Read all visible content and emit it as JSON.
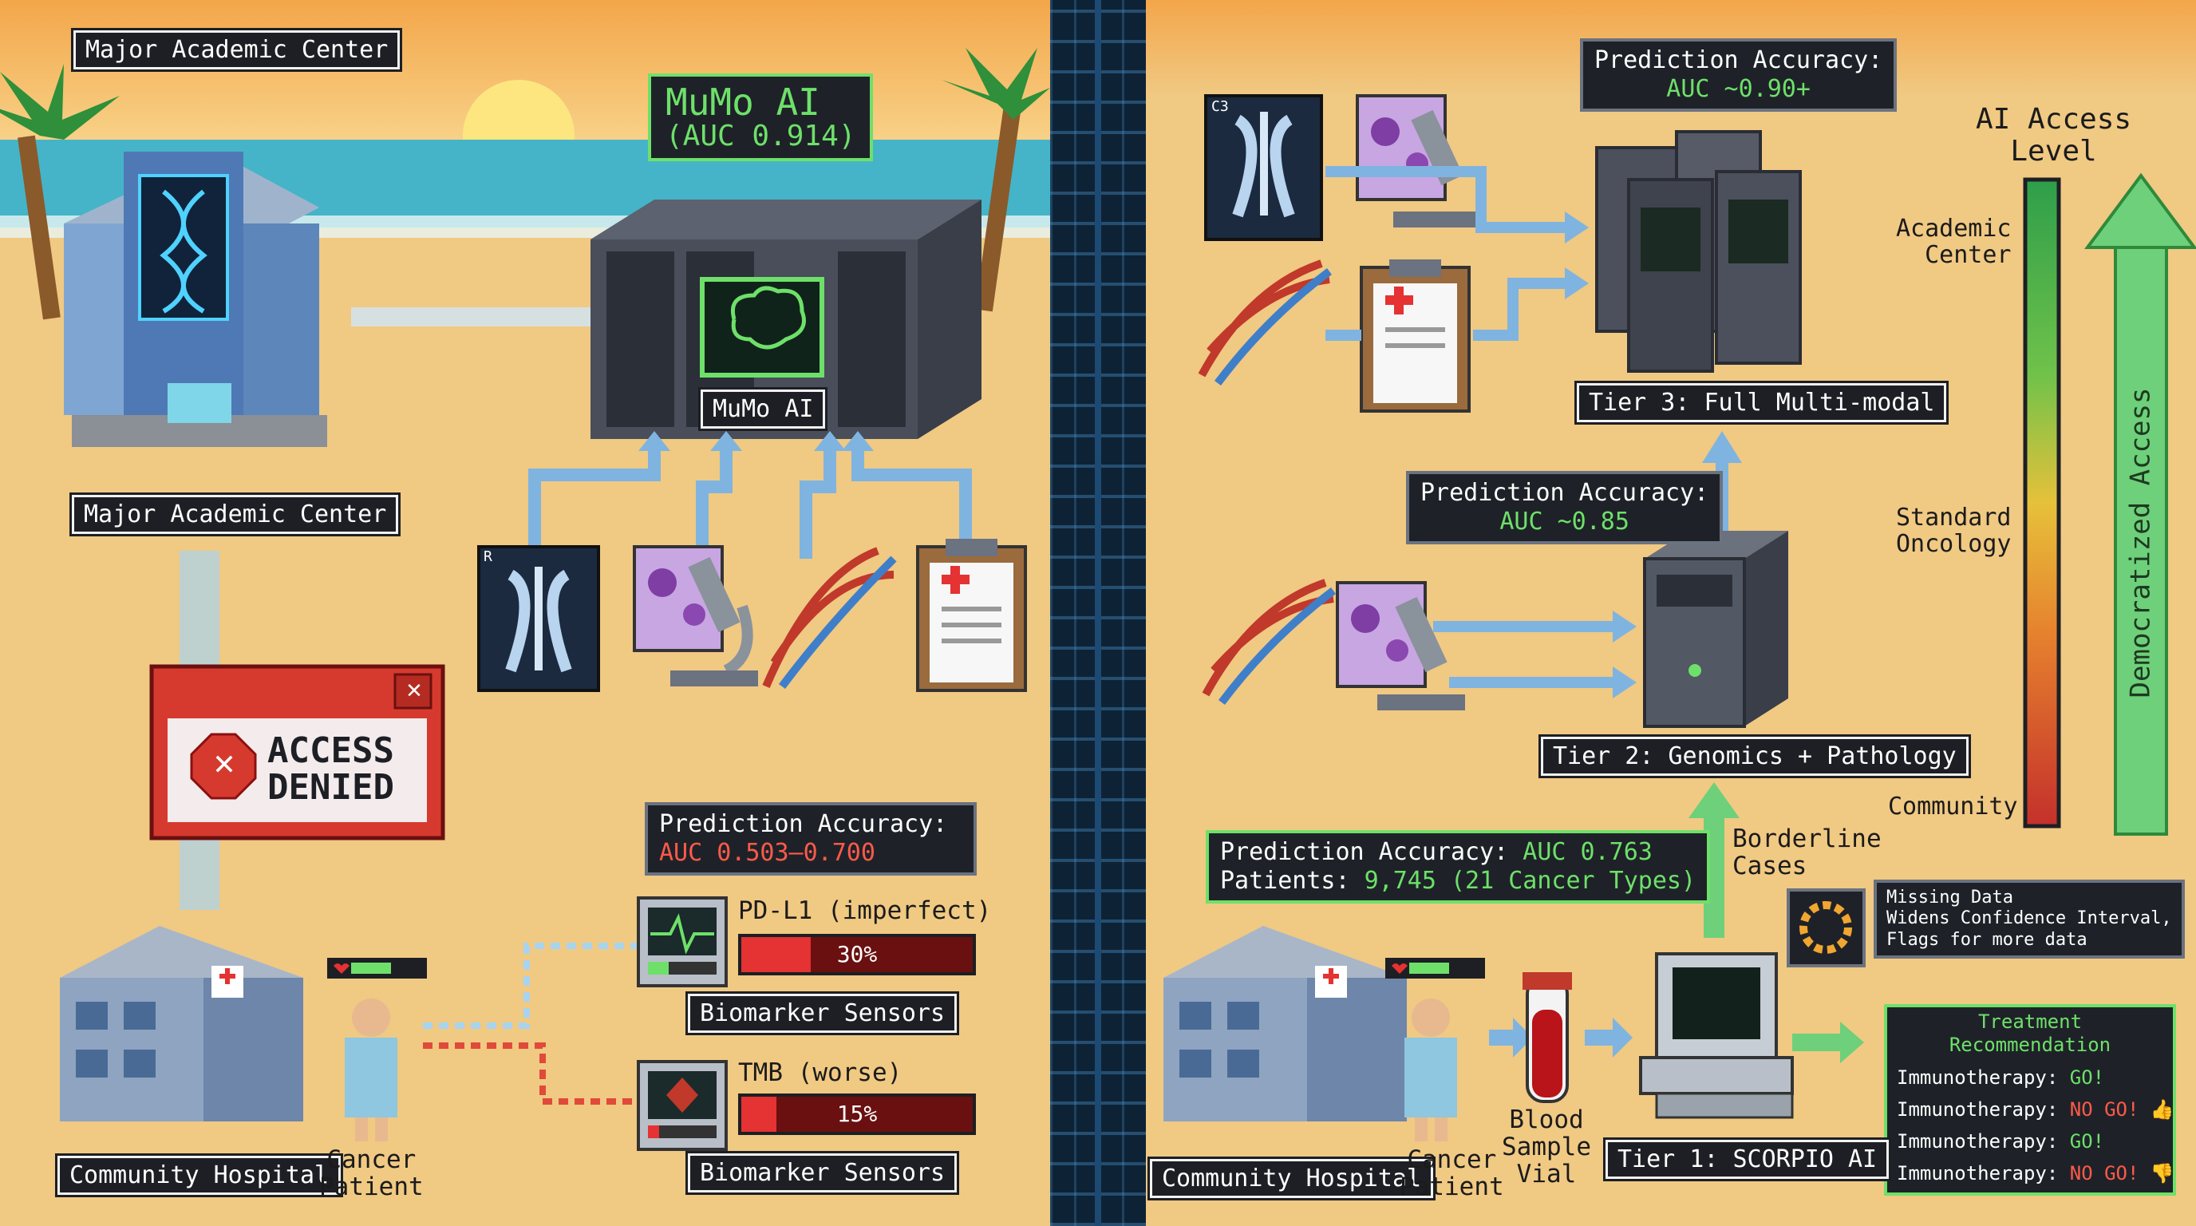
{
  "left": {
    "title_top": "Major Academic Center",
    "title_bottom": "Major Academic Center",
    "mumo_box": {
      "name": "MuMo AI",
      "auc": "(AUC 0.914)"
    },
    "server_label": "MuMo AI",
    "xray_tag": "R",
    "access": {
      "line1": "ACCESS",
      "line2": "DENIED",
      "close": "✕"
    },
    "accuracy": {
      "label": "Prediction Accuracy:",
      "value": "AUC 0.503–0.700"
    },
    "pdl1": {
      "title": "PD-L1 (imperfect)",
      "percent_text": "30%",
      "fill": 0.3,
      "label": "Biomarker Sensors"
    },
    "tmb": {
      "title": "TMB (worse)",
      "percent_text": "15%",
      "fill": 0.15,
      "label": "Biomarker Sensors"
    },
    "community_label": "Community Hospital",
    "patient_label": [
      "Cancer",
      "Patient"
    ]
  },
  "right": {
    "tier3": {
      "acc_label": "Prediction Accuracy:",
      "acc_value": "AUC ~0.90+",
      "label": "Tier 3: Full Multi-modal"
    },
    "tier2": {
      "acc_label": "Prediction Accuracy:",
      "acc_value": "AUC ~0.85",
      "label": "Tier 2: Genomics + Pathology"
    },
    "tier1": {
      "acc_label": "Prediction Accuracy: ",
      "acc_value": "AUC 0.763",
      "patients_label": "Patients: ",
      "patients_value": "9,745 (21 Cancer Types)",
      "label": "Tier 1: SCORPIO AI"
    },
    "xray_tag": "C3",
    "borderline": [
      "Borderline",
      "Cases"
    ],
    "missing": {
      "title": "Missing Data",
      "line1": "Widens Confidence Interval,",
      "line2": "Flags for more data"
    },
    "treatment": {
      "title": "Treatment Recommendation",
      "items": [
        {
          "prefix": "Immunotherapy: ",
          "status": "GO!",
          "go": true,
          "icon": ""
        },
        {
          "prefix": "Immunotherapy: ",
          "status": "NO GO!",
          "go": false,
          "icon": "👍"
        },
        {
          "prefix": "Immunotherapy: ",
          "status": "GO!",
          "go": true,
          "icon": ""
        },
        {
          "prefix": "Immunotherapy: ",
          "status": "NO GO!",
          "go": false,
          "icon": "👎"
        }
      ]
    },
    "community_label": "Community Hospital",
    "patient_label": [
      "Cancer",
      "Patient"
    ],
    "vial_label": [
      "Blood",
      "Sample",
      "Vial"
    ],
    "access_scale": {
      "title": [
        "AI Access",
        "Level"
      ],
      "levels": [
        "Academic",
        "Center"
      ],
      "level_standard": [
        "Standard",
        "Oncology"
      ],
      "level_community": "Community",
      "arrow_text": "Democratized Access"
    }
  },
  "colors": {
    "sand": "#f0c983",
    "panel_dark": "#1e2228",
    "accent_green": "#6ee06a",
    "alert_red": "#e53232",
    "arrow_blue": "#7fb4e0"
  }
}
